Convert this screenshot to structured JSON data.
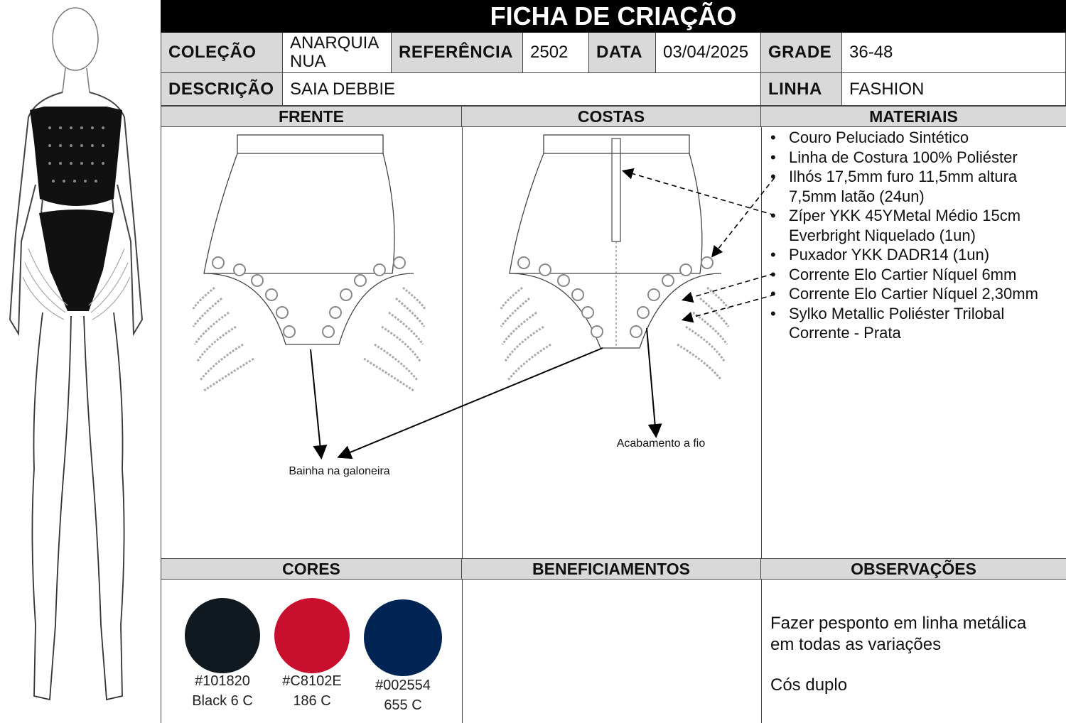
{
  "title": "FICHA DE CRIAÇÃO",
  "header": {
    "colecao_label": "COLEÇÃO",
    "colecao_value_line1": "ANARQUIA",
    "colecao_value_line2": "NUA",
    "referencia_label": "REFERÊNCIA",
    "referencia_value": "2502",
    "data_label": "DATA",
    "data_value": "03/04/2025",
    "grade_label": "GRADE",
    "grade_value": "36-48",
    "descricao_label": "DESCRIÇÃO",
    "descricao_value": "SAIA DEBBIE",
    "linha_label": "LINHA",
    "linha_value": "FASHION"
  },
  "sections": {
    "frente": "FRENTE",
    "costas": "COSTAS",
    "materiais": "MATERIAIS",
    "cores": "CORES",
    "beneficiamentos": "BENEFICIAMENTOS",
    "observacoes": "OBSERVAÇÕES"
  },
  "materials": [
    "Couro Peluciado Sintético",
    "Linha de Costura 100% Poliéster",
    "Ilhós 17,5mm furo 11,5mm altura 7,5mm latão (24un)",
    "Zíper YKK 45YMetal Médio 15cm Everbright Niquelado (1un)",
    "Puxador YKK DADR14 (1un)",
    "Corrente Elo Cartier Níquel 6mm",
    "Corrente Elo Cartier Níquel 2,30mm",
    "Sylko Metallic Poliéster Trilobal Corrente - Prata"
  ],
  "annotations": {
    "bainha": "Bainha na galoneira",
    "acabamento": "Acabamento a fio"
  },
  "colors": [
    {
      "hex": "#101820",
      "label_code": "#101820",
      "label_name": "Black 6 C"
    },
    {
      "hex": "#C8102E",
      "label_code": "#C8102E",
      "label_name": "186 C"
    },
    {
      "hex": "#002554",
      "label_code": "#002554",
      "label_name": "655 C"
    }
  ],
  "observacoes": {
    "line1": "Fazer pesponto em linha metálica",
    "line2": "em todas as variações",
    "line3": "Cós duplo"
  }
}
